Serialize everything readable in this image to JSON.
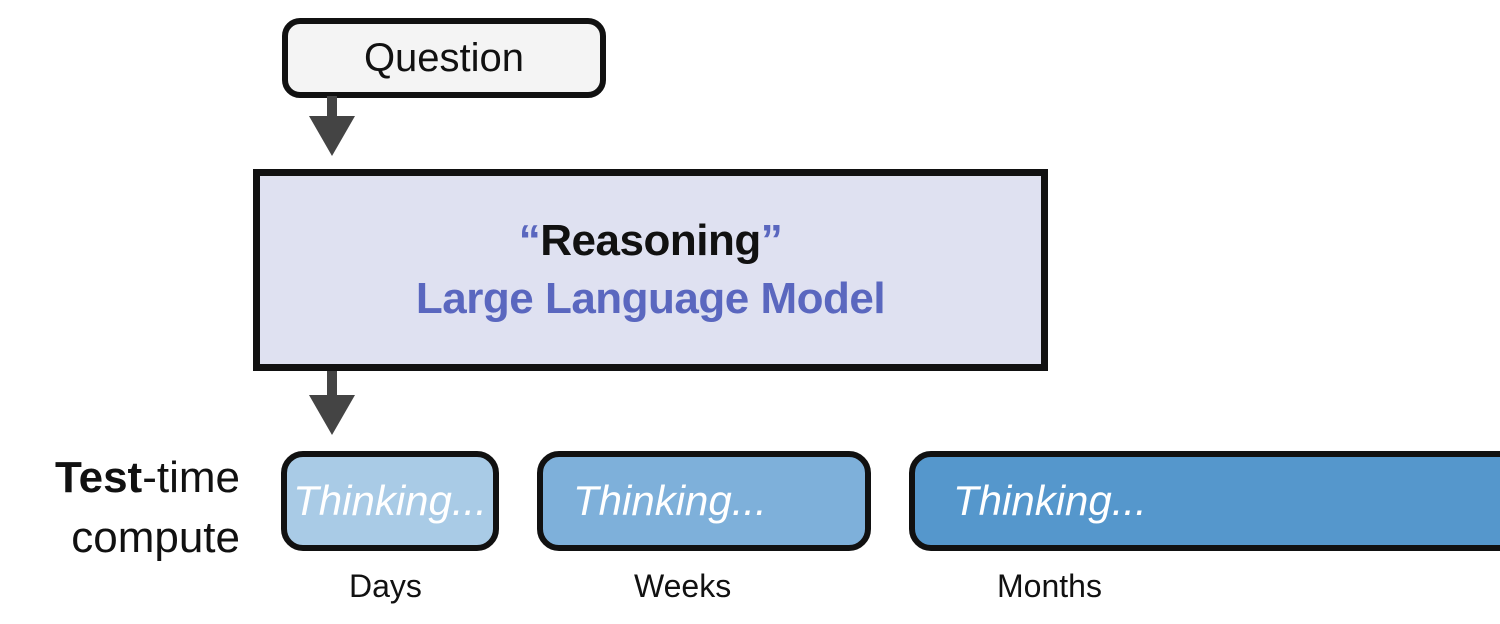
{
  "question": {
    "label": "Question"
  },
  "model": {
    "open_quote": "“",
    "title": "Reasoning",
    "close_quote": "”",
    "subtitle": "Large Language Model"
  },
  "test_time": {
    "bold": "Test",
    "rest": "-time",
    "line2": "compute"
  },
  "thinking": [
    {
      "text": "Thinking...",
      "duration": "Days",
      "color": "#a9cbe6"
    },
    {
      "text": "Thinking...",
      "duration": "Weeks",
      "color": "#7eb0da"
    },
    {
      "text": "Thinking...",
      "duration": "Months",
      "color": "#5597cc"
    }
  ],
  "colors": {
    "accent": "#5a67bf",
    "model_fill": "#dfe1f1",
    "arrow": "#444444"
  }
}
